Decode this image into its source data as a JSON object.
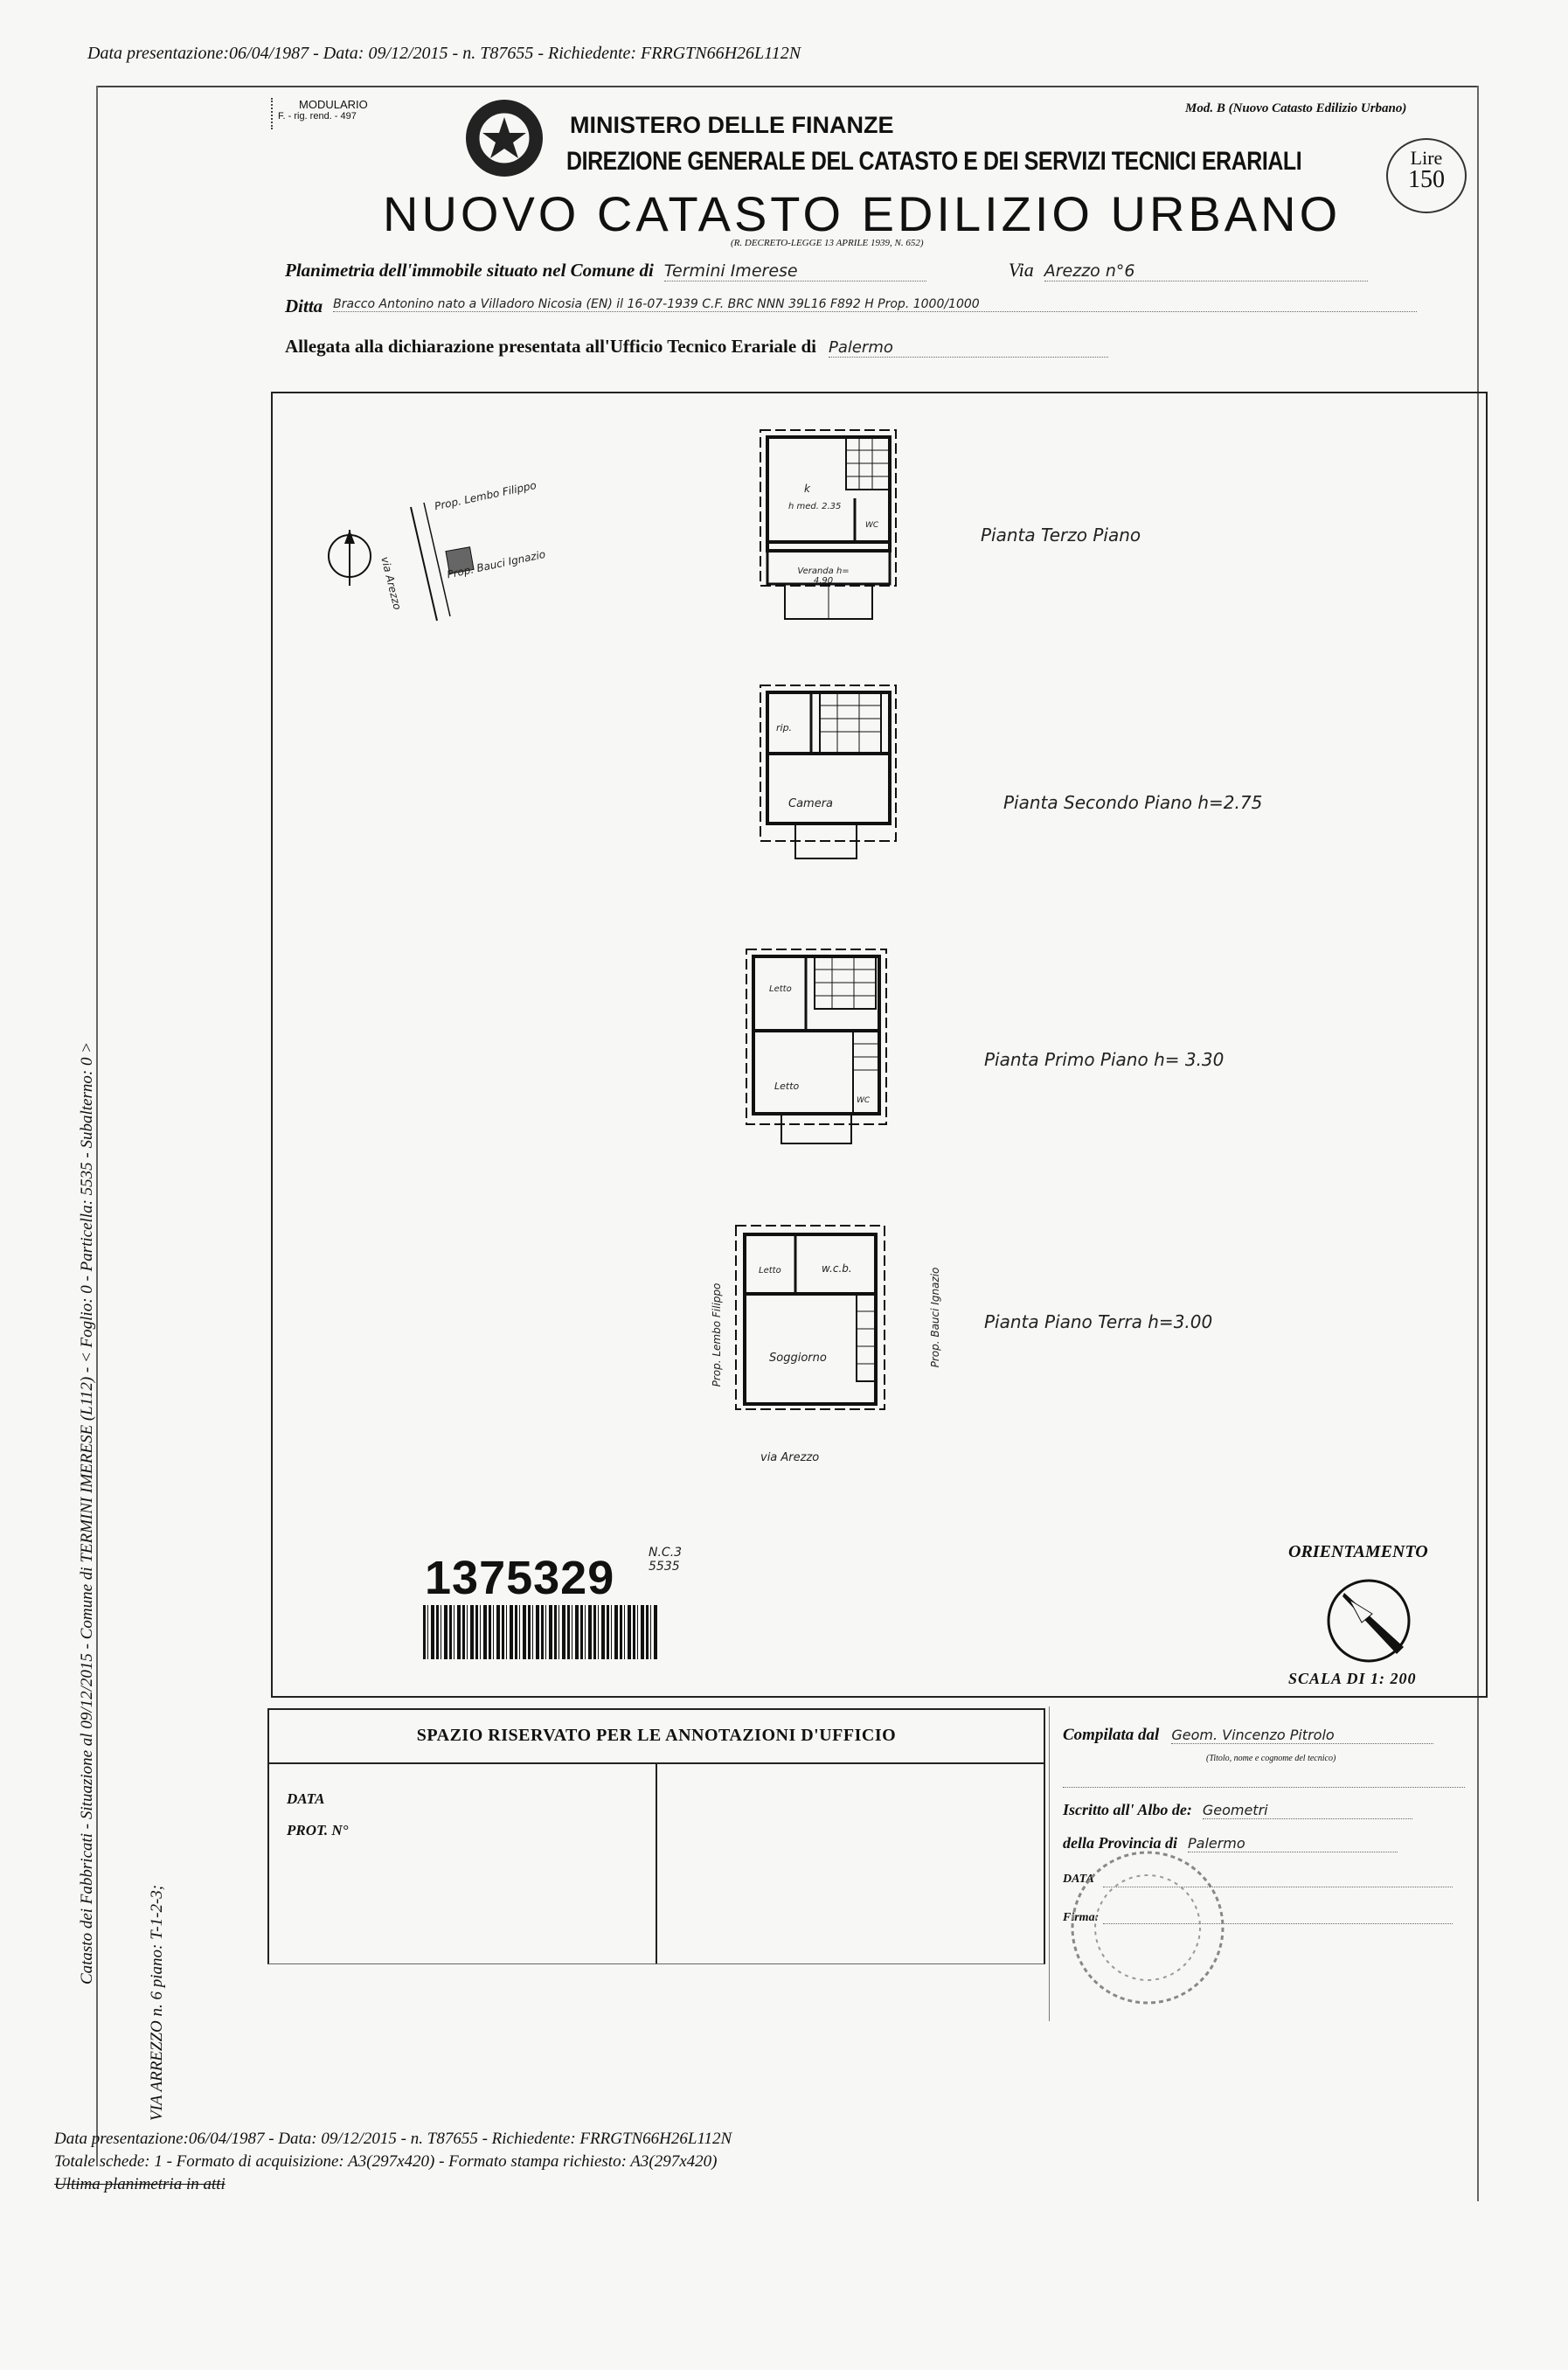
{
  "top_stamp": "Data presentazione:06/04/1987 - Data: 09/12/2015 - n. T87655 - Richiedente: FRRGTN66H26L112N",
  "header": {
    "modulario": "MODULARIO",
    "modulario_sub": "F. - rig. rend. - 497",
    "ministero": "MINISTERO DELLE FINANZE",
    "direzione": "DIREZIONE GENERALE DEL CATASTO E DEI SERVIZI TECNICI ERARIALI",
    "title": "NUOVO CATASTO EDILIZIO URBANO",
    "decreto": "(R. DECRETO-LEGGE 13 APRILE 1939, N. 652)",
    "mod_b": "Mod. B (Nuovo Catasto Edilizio Urbano)",
    "lire": "Lire",
    "price": "150"
  },
  "fields": {
    "planimetria_label": "Planimetria dell'immobile situato nel Comune di",
    "comune_value": "Termini Imerese",
    "via_label": "Via",
    "via_value": "Arezzo n°6",
    "ditta_label": "Ditta",
    "ditta_value": "Bracco Antonino nato a Villadoro Nicosia (EN) il 16-07-1939 C.F. BRC NNN 39L16 F892 H Prop. 1000/1000",
    "allegata_label": "Allegata alla dichiarazione presentata all'Ufficio Tecnico Erariale di",
    "allegata_value": "Palermo"
  },
  "drawing": {
    "site_labels": [
      "Prop. Lembo Filippo",
      "via Arezzo",
      "Prop. Bauci Ignazio"
    ],
    "floors": [
      {
        "title": "Pianta Terzo Piano",
        "rooms": [
          "k",
          "h med. 2.35",
          "WC",
          "Veranda h= 4.90"
        ]
      },
      {
        "title": "Pianta Secondo Piano h=2.75",
        "rooms": [
          "rip.",
          "Camera"
        ]
      },
      {
        "title": "Pianta Primo Piano h= 3.30",
        "rooms": [
          "Letto",
          "Letto",
          "WC"
        ]
      },
      {
        "title": "Pianta Piano Terra h=3.00",
        "rooms": [
          "Letto",
          "w.c.b.",
          "Soggiorno"
        ]
      }
    ],
    "ground_side_left": "Prop. Lembo Filippo",
    "ground_side_right": "Prop. Bauci Ignazio",
    "street": "via Arezzo",
    "barcode_number": "1375329",
    "barcode_note": "N.C.3 5535",
    "orientamento": "ORIENTAMENTO",
    "scala": "SCALA DI 1: 200"
  },
  "ufficio": {
    "title": "SPAZIO RISERVATO PER LE ANNOTAZIONI D'UFFICIO",
    "data_label": "DATA",
    "prot_label": "PROT. N°"
  },
  "compilata": {
    "label": "Compilata dal",
    "value": "Geom. Vincenzo Pitrolo",
    "sub": "(Titolo, nome e cognome del tecnico)",
    "iscritto_label": "Iscritto all' Albo de:",
    "iscritto_value": "Geometri",
    "provincia_label": "della Provincia di",
    "provincia_value": "Palermo",
    "data_label": "DATA",
    "firma_label": "Firma:"
  },
  "side_text": "Catasto dei Fabbricati - Situazione al 09/12/2015 - Comune di TERMINI IMERESE (L112) - < Foglio: 0 - Particella: 5535 - Subalterno: 0 >",
  "side_text2": "VIA ARREZZO n. 6 piano: T-1-2-3;",
  "footer": {
    "line1": "Data presentazione:06/04/1987 - Data: 09/12/2015 - n. T87655 - Richiedente: FRRGTN66H26L112N",
    "line2": "Totale schede: 1 - Formato di acquisizione: A3(297x420) - Formato stampa richiesto: A3(297x420)",
    "line3": "Ultima planimetria in atti"
  }
}
